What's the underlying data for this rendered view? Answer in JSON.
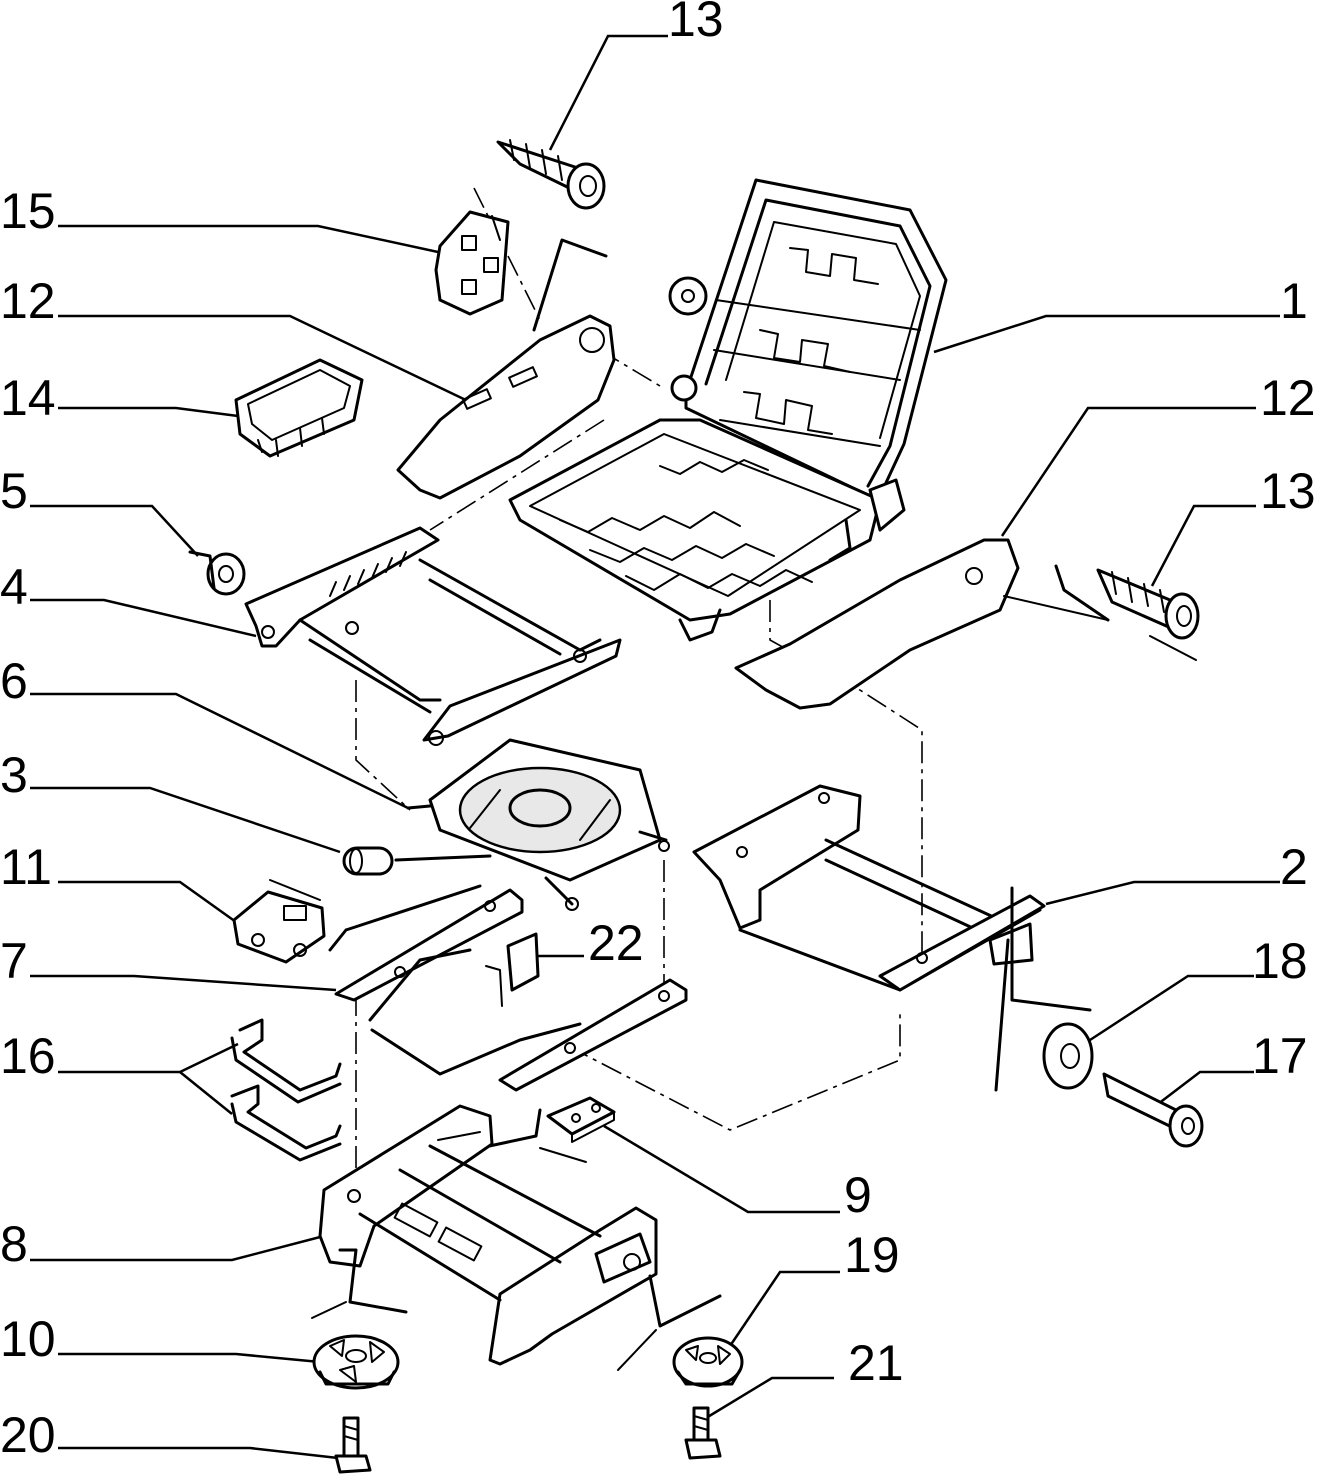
{
  "diagram": {
    "callouts": [
      {
        "id": "c13a",
        "label": "13"
      },
      {
        "id": "c15",
        "label": "15"
      },
      {
        "id": "c12a",
        "label": "12"
      },
      {
        "id": "c1",
        "label": "1"
      },
      {
        "id": "c14",
        "label": "14"
      },
      {
        "id": "c12b",
        "label": "12"
      },
      {
        "id": "c5",
        "label": "5"
      },
      {
        "id": "c13b",
        "label": "13"
      },
      {
        "id": "c4",
        "label": "4"
      },
      {
        "id": "c6",
        "label": "6"
      },
      {
        "id": "c3",
        "label": "3"
      },
      {
        "id": "c11",
        "label": "11"
      },
      {
        "id": "c2",
        "label": "2"
      },
      {
        "id": "c22",
        "label": "22"
      },
      {
        "id": "c7",
        "label": "7"
      },
      {
        "id": "c18",
        "label": "18"
      },
      {
        "id": "c16",
        "label": "16"
      },
      {
        "id": "c17",
        "label": "17"
      },
      {
        "id": "c9",
        "label": "9"
      },
      {
        "id": "c8",
        "label": "8"
      },
      {
        "id": "c19",
        "label": "19"
      },
      {
        "id": "c10",
        "label": "10"
      },
      {
        "id": "c21",
        "label": "21"
      },
      {
        "id": "c20",
        "label": "20"
      }
    ]
  }
}
